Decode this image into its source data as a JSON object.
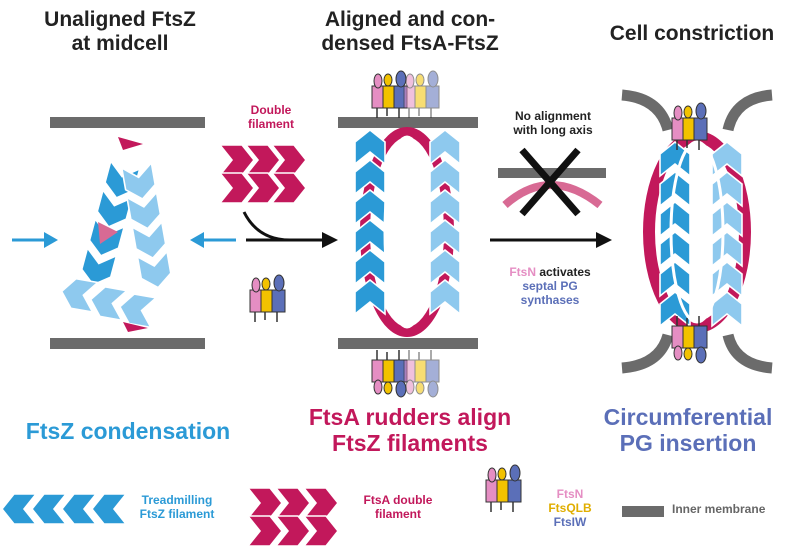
{
  "panels": {
    "unaligned": {
      "line1": "Unaligned FtsZ",
      "line2": "at midcell"
    },
    "aligned": {
      "line1": "Aligned and con-",
      "line2": "densed FtsA-FtsZ"
    },
    "constriction": {
      "title": "Cell constriction"
    }
  },
  "labels": {
    "double_filament": {
      "line1": "Double",
      "line2": "filament"
    },
    "no_alignment": {
      "line1": "No alignment",
      "line2": "with long axis"
    },
    "ftsn_activates": {
      "ftsn": "FtsN",
      "rest": " activates",
      "line2": "septal PG",
      "line3": "synthases"
    }
  },
  "captions": {
    "condensation": "FtsZ condensation",
    "rudders": {
      "line1": "FtsA rudders align",
      "line2": "FtsZ filaments"
    },
    "circumferential": {
      "line1": "Circumferential",
      "line2": "PG insertion"
    }
  },
  "legend": {
    "treadmilling": {
      "line1": "Treadmilling",
      "line2": "FtsZ filament"
    },
    "ftsa_double": {
      "line1": "FtsA double",
      "line2": "filament"
    },
    "proteins": {
      "ftsn": "FtsN",
      "ftsqlb": "FtsQLB",
      "ftsiw": "FtsIW"
    },
    "membrane": "Inner membrane"
  },
  "colors": {
    "ftsz": "#2b9ad6",
    "ftsa": "#c2185b",
    "ftsn": "#e58ec3",
    "ftsqlb": "#f2c200",
    "ftsiw": "#5b6fb8",
    "membrane": "#6b6b6b"
  }
}
